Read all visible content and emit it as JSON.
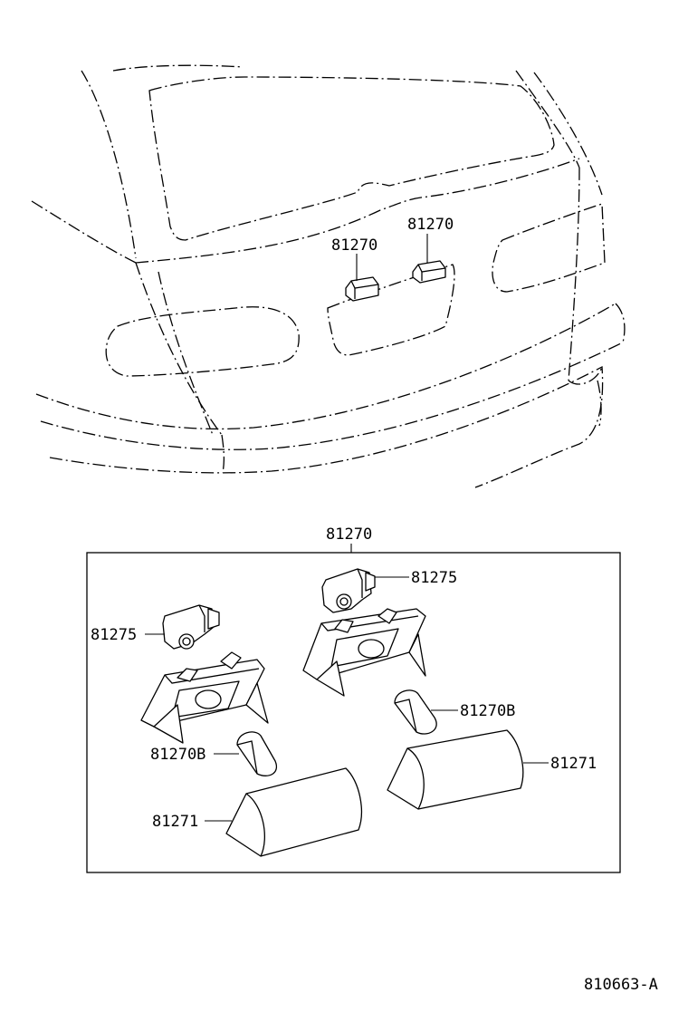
{
  "labels": {
    "car_label_left": "81270",
    "car_label_right": "81270",
    "box_label": "81270",
    "socket_right": "81275",
    "socket_left": "81275",
    "bulb_right": "81270B",
    "bulb_left": "81270B",
    "lens_right": "81271",
    "lens_left": "81271",
    "drawing_code": "810663-A"
  }
}
